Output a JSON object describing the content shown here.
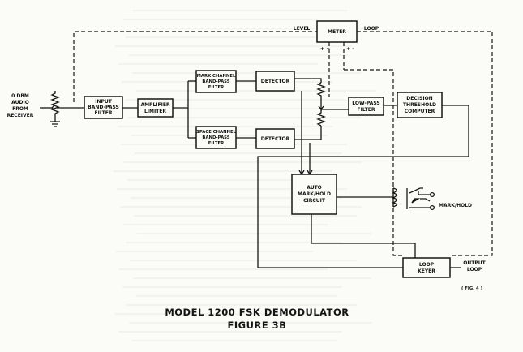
{
  "input_label": [
    "0 DBM",
    "AUDIO",
    "FROM",
    "RECEIVER"
  ],
  "blocks": {
    "input_filter": [
      "INPUT",
      "BAND-PASS",
      "FILTER"
    ],
    "amplifier": [
      "AMPLIFIER",
      "LIMITER"
    ],
    "mark_filter": [
      "MARK CHANNEL",
      "BAND-PASS",
      "FILTER"
    ],
    "space_filter": [
      "SPACE CHANNEL",
      "BAND-PASS",
      "FILTER"
    ],
    "mark_detector": [
      "DETECTOR"
    ],
    "space_detector": [
      "DETECTOR"
    ],
    "meter": [
      "METER"
    ],
    "lowpass": [
      "LOW-PASS",
      "FILTER"
    ],
    "decision": [
      "DECISION",
      "THRESHOLD",
      "COMPUTER"
    ],
    "auto_mark": [
      "AUTO",
      "MARK/HOLD",
      "CIRCUIT"
    ],
    "loop_keyer": [
      "LOOP",
      "KEYER"
    ]
  },
  "meter_labels": {
    "level": "LEVEL",
    "loop": "LOOP",
    "polarity_left": "+ +",
    "polarity_right": "+ -"
  },
  "mark_hold_label": "MARK/HOLD",
  "output_label": [
    "OUTPUT",
    "LOOP"
  ],
  "fig_ref": "( FIG. 4 )",
  "caption": {
    "title": "MODEL 1200  FSK DEMODULATOR",
    "figure": "FIGURE 3B"
  }
}
